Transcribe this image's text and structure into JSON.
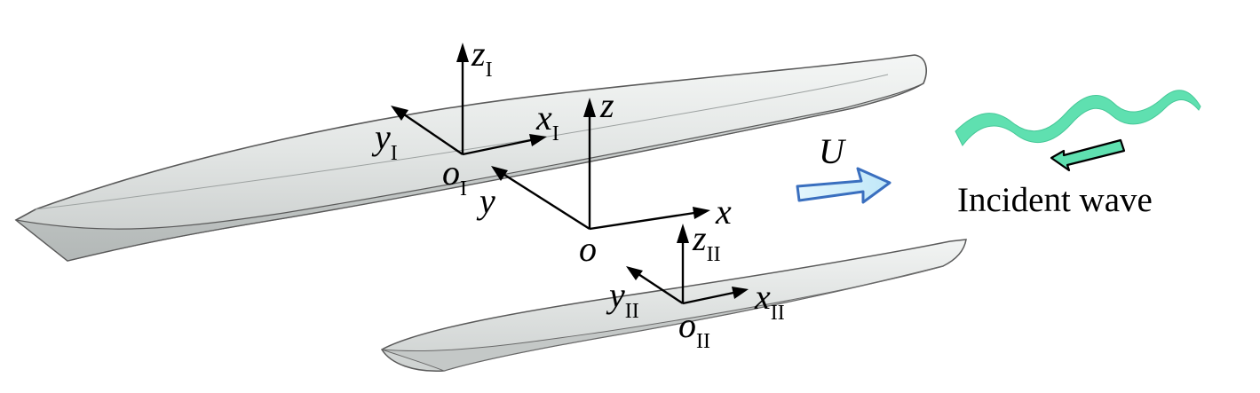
{
  "colors": {
    "hull_light": "#eef0ef",
    "hull_mid": "#d9dcdb",
    "hull_dark": "#b9bdbc",
    "hull_edge": "#4a4a4a",
    "axis": "#000000",
    "velocity_fill": "#cdeefb",
    "velocity_stroke": "#3a6fbf",
    "wave": "#5fe0b0",
    "wave_arrow": "#5fe0b0"
  },
  "global_frame": {
    "origin": {
      "base": "o",
      "sub": ""
    },
    "x": {
      "base": "x",
      "sub": ""
    },
    "y": {
      "base": "y",
      "sub": ""
    },
    "z": {
      "base": "z",
      "sub": ""
    }
  },
  "frame_1": {
    "origin": {
      "base": "o",
      "sub": "I"
    },
    "x": {
      "base": "x",
      "sub": "I"
    },
    "y": {
      "base": "y",
      "sub": "I"
    },
    "z": {
      "base": "z",
      "sub": "I"
    }
  },
  "frame_2": {
    "origin": {
      "base": "o",
      "sub": "II"
    },
    "x": {
      "base": "x",
      "sub": "II"
    },
    "y": {
      "base": "y",
      "sub": "II"
    },
    "z": {
      "base": "z",
      "sub": "II"
    }
  },
  "velocity": {
    "label": "U",
    "icon": "right-arrow-icon"
  },
  "wave": {
    "label": "Incident wave",
    "icon": "wave-icon",
    "arrow_icon": "left-arrow-icon"
  }
}
